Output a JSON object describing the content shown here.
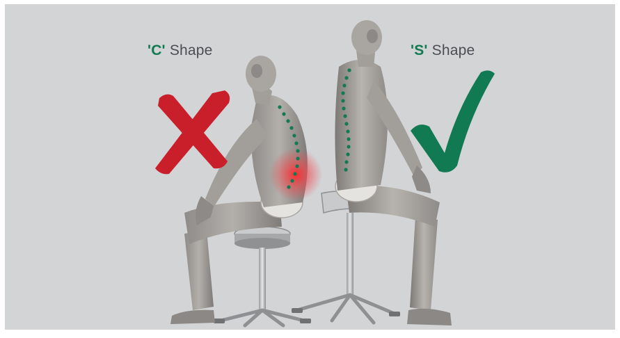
{
  "captions": {
    "c_shape": {
      "quote": "'C'",
      "word": "Shape"
    },
    "s_shape": {
      "quote": "'S'",
      "word": "Shape"
    }
  },
  "colors": {
    "background": "#d2d4d6",
    "cross": "#c81f2a",
    "check": "#127a52",
    "spine_dots": "#127a52",
    "pain": "#e8323c",
    "caption_text": "#4a4e52"
  },
  "icons": {
    "bad_posture": "cross-mark-icon",
    "good_posture": "check-mark-icon"
  }
}
